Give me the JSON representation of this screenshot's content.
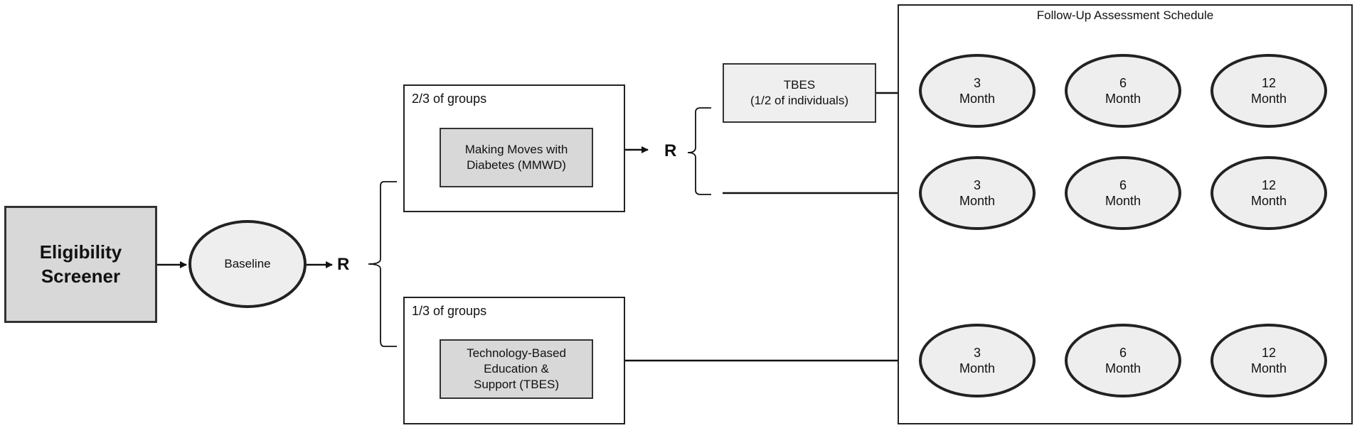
{
  "eligibility": {
    "line1": "Eligibility",
    "line2": "Screener"
  },
  "baseline": "Baseline",
  "randomize": "R",
  "arm_mmwd": {
    "header": "2/3 of groups",
    "line1": "Making Moves with",
    "line2": "Diabetes (MMWD)"
  },
  "arm_tbes": {
    "header": "1/3 of groups",
    "line1": "Technology-Based",
    "line2": "Education &",
    "line3": "Support (TBES)"
  },
  "tbes_sub": {
    "line1": "TBES",
    "line2": "(1/2 of individuals)"
  },
  "schedule": {
    "title": "Follow-Up Assessment Schedule",
    "rows": [
      [
        {
          "n": "3",
          "unit": "Month"
        },
        {
          "n": "6",
          "unit": "Month"
        },
        {
          "n": "12",
          "unit": "Month"
        }
      ],
      [
        {
          "n": "3",
          "unit": "Month"
        },
        {
          "n": "6",
          "unit": "Month"
        },
        {
          "n": "12",
          "unit": "Month"
        }
      ],
      [
        {
          "n": "3",
          "unit": "Month"
        },
        {
          "n": "6",
          "unit": "Month"
        },
        {
          "n": "12",
          "unit": "Month"
        }
      ]
    ]
  }
}
